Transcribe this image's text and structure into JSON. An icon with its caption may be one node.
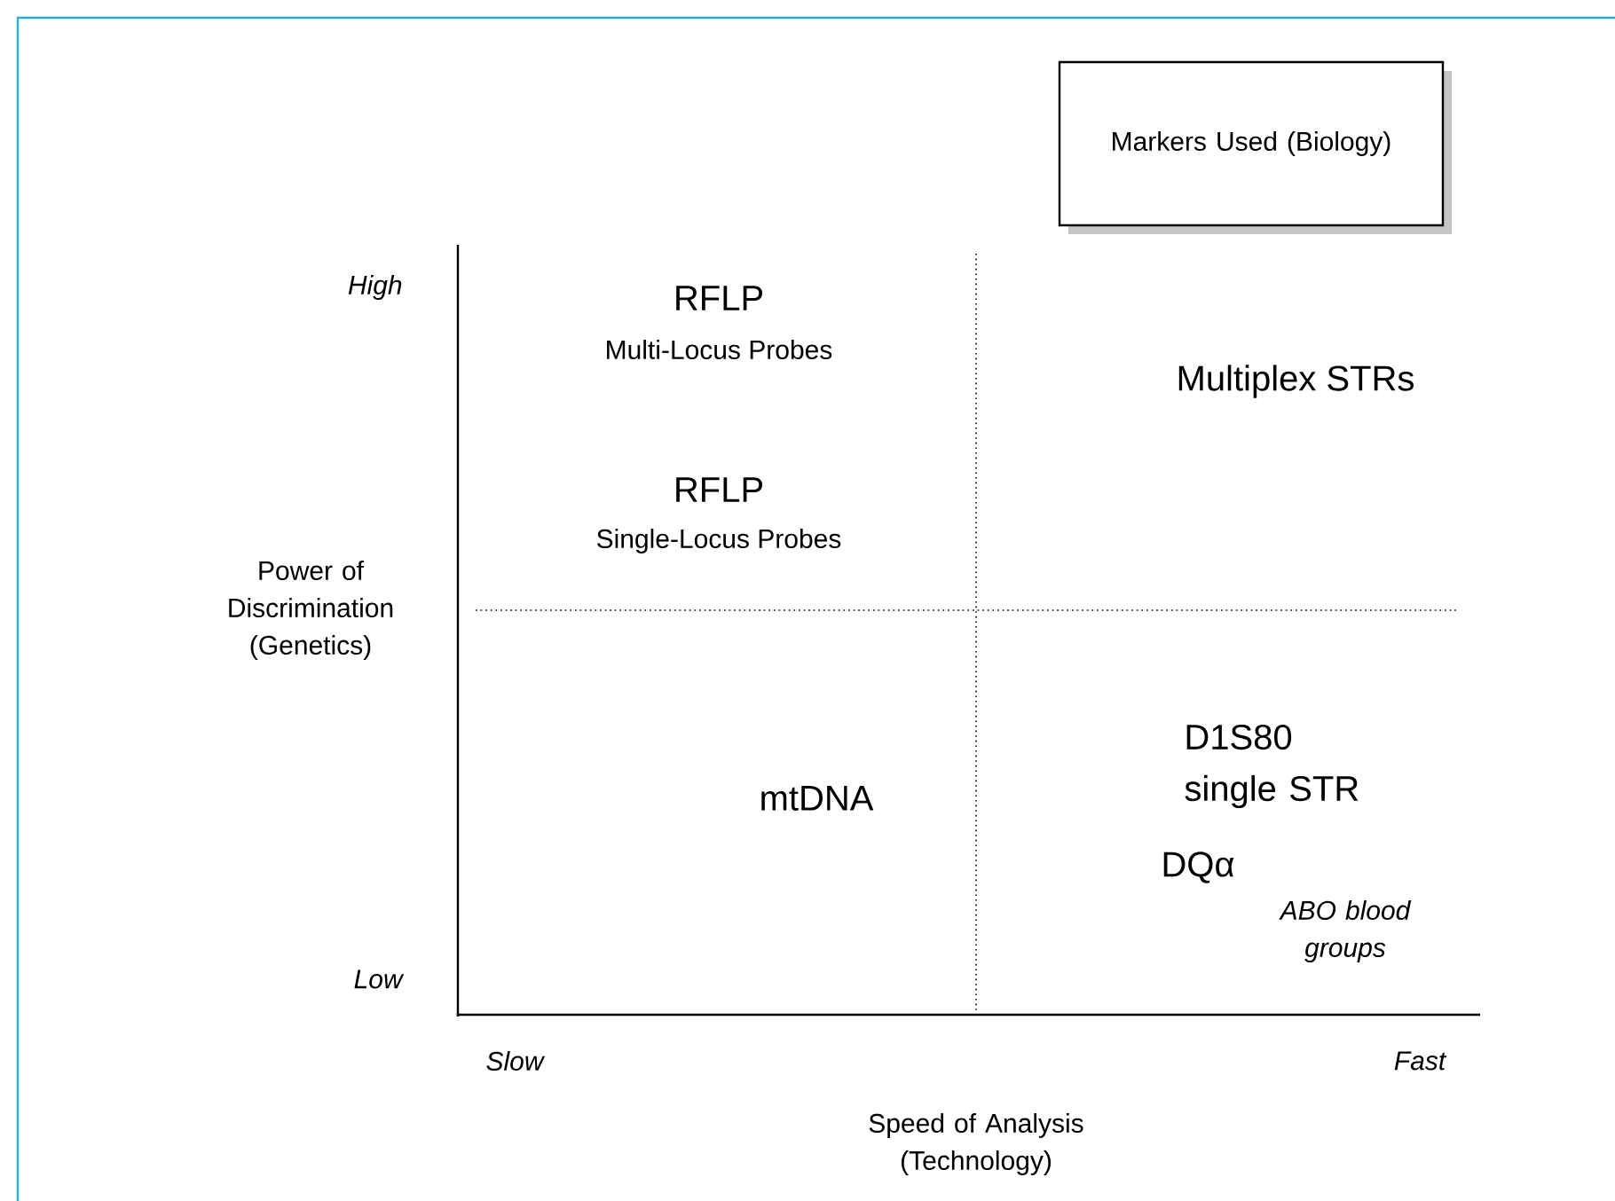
{
  "diagram": {
    "nodes": [
      {
        "text": [
          "Markers Used (Biology)"
        ]
      }
    ],
    "labels": [
      "High",
      "RFLP",
      "Multi-Locus Probes",
      "Multiplex STRs",
      "RFLP",
      "Single-Locus Probes",
      "Power of Discrimination (Genetics)",
      "D1S80 single STR",
      "mtDNA",
      "DQα",
      "ABO blood groups",
      "Low",
      "Slow",
      "Fast",
      "Speed of Analysis (Technology)"
    ]
  }
}
